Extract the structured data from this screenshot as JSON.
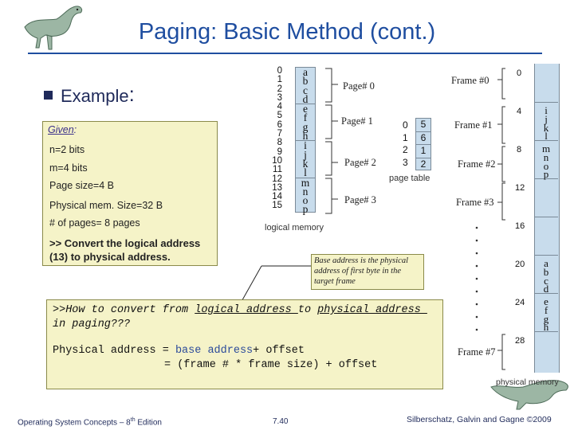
{
  "title": "Paging: Basic Method (cont.)",
  "bullet": {
    "label": "Example",
    "colon": ":"
  },
  "given": {
    "heading": "Given",
    "colon": ":",
    "lines": [
      "n=2 bits",
      "m=4 bits",
      "Page size=4 B",
      "Physical mem. Size=32 B",
      "# of pages= 8 pages"
    ],
    "task": ">> Convert the logical address (13) to physical address."
  },
  "logical_memory": {
    "caption": "logical memory",
    "addresses": [
      "0",
      "1",
      "2",
      "3",
      "4",
      "5",
      "6",
      "7",
      "8",
      "9",
      "10",
      "11",
      "12",
      "13",
      "14",
      "15"
    ],
    "contents": [
      "a",
      "b",
      "c",
      "d",
      "e",
      "f",
      "g",
      "h",
      "i",
      "j",
      "k",
      "l",
      "m",
      "n",
      "o",
      "p"
    ],
    "pages": [
      "Page# 0",
      "Page# 1",
      "Page# 2",
      "Page# 3"
    ]
  },
  "page_table": {
    "caption": "page table",
    "index": [
      "0",
      "1",
      "2",
      "3"
    ],
    "frames": [
      "5",
      "6",
      "1",
      "2"
    ]
  },
  "physical_memory": {
    "caption": "physical memory",
    "addresses": [
      "0",
      "4",
      "8",
      "12",
      "16",
      "20",
      "24",
      "28"
    ],
    "frame_labels": [
      "Frame #0",
      "Frame #1",
      "Frame #2",
      "Frame #3",
      "Frame #7"
    ],
    "frame1_contents": [
      "i",
      "j",
      "k",
      "l"
    ],
    "frame2_contents": [
      "m",
      "n",
      "o",
      "p"
    ],
    "frame5_contents": [
      "a",
      "b",
      "c",
      "d"
    ],
    "frame6_contents": [
      "e",
      "f",
      "g",
      "h"
    ]
  },
  "note": "Base address is the physical address of first byte in the target frame",
  "question": {
    "line1_prefix": ">>How to convert from ",
    "line1_u1": "logical address ",
    "line1_mid": "to ",
    "line1_u2": "physical address ",
    "line2": "in paging???",
    "formula1_prefix": "Physical address = ",
    "formula1_base": "base address",
    "formula1_suffix": "+ offset",
    "formula2": "= (frame # * frame size) + offset"
  },
  "footer": {
    "left_prefix": "Operating System Concepts – 8",
    "left_sup": "th",
    "left_suffix": " Edition",
    "center": "7.40",
    "right": "Silberschatz, Galvin and Gagne ©2009"
  },
  "colors": {
    "title": "#1f4ea0",
    "note_bg": "#f5f3c8",
    "memory": "#c8dcec"
  }
}
